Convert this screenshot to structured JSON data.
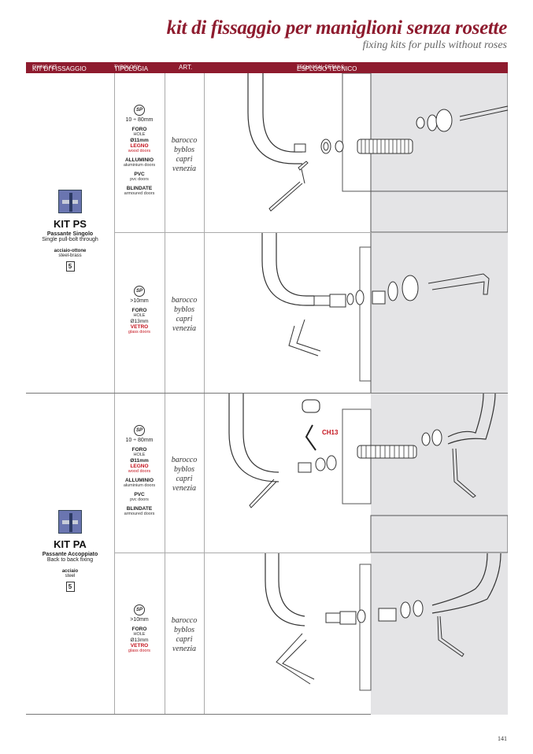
{
  "header": {
    "title": "kit di fissaggio per maniglioni senza rosette",
    "subtitle": "fixing kits for pulls without roses"
  },
  "table_header": {
    "col1_it": "KIT DI FISSAGGIO",
    "col1_en": "FIXING KIT",
    "col2_it": "TIPOLOGIA",
    "col2_en": "TYPOLOGY",
    "col3": "ART.",
    "col4_it": "ESPLOSO TECNICO",
    "col4_en": "TECHNICAL DETAILS"
  },
  "kits": [
    {
      "name": "KIT PS",
      "sub_it": "Passante Singolo",
      "sub_en": "Single pull-bolt through",
      "material_it": "acciaio-ottone",
      "material_en": "steel-brass",
      "box": "5",
      "icon": "kit-ps-thumbnail-icon",
      "rows": [
        {
          "sp": "SP",
          "dim": "10 ÷ 80mm",
          "foro": "FORO",
          "hole": "HOLE",
          "diam": "Ø11mm",
          "mat1": "LEGNO",
          "mat1_en": "wood doors",
          "mat2": "ALLUMINIO",
          "mat2_en": "aluminium doors",
          "mat3": "PVC",
          "mat3_en": "pvc doors",
          "mat4": "BLINDATE",
          "mat4_en": "armoured doors",
          "arts": [
            "barocco",
            "byblos",
            "capri",
            "venezia"
          ]
        },
        {
          "sp": "SP",
          "dim": ">10mm",
          "foro": "FORO",
          "hole": "HOLE",
          "diam": "Ø13mm",
          "mat1": "VETRO",
          "mat1_en": "glass doors",
          "arts": [
            "barocco",
            "byblos",
            "capri",
            "venezia"
          ]
        }
      ]
    },
    {
      "name": "KIT PA",
      "sub_it": "Passante Accoppiato",
      "sub_en": "Back to back fixing",
      "material_it": "acciaio",
      "material_en": "steel",
      "box": "5",
      "icon": "kit-pa-thumbnail-icon",
      "rows": [
        {
          "sp": "SP",
          "dim": "10 ÷ 80mm",
          "foro": "FORO",
          "hole": "HOLE",
          "diam": "Ø11mm",
          "mat1": "LEGNO",
          "mat1_en": "wood doors",
          "mat2": "ALLUMINIO",
          "mat2_en": "aluminium doors",
          "mat3": "PVC",
          "mat3_en": "pvc doors",
          "mat4": "BLINDATE",
          "mat4_en": "armoured doors",
          "arts": [
            "barocco",
            "byblos",
            "capri",
            "venezia"
          ]
        },
        {
          "sp": "SP",
          "dim": ">10mm",
          "foro": "FORO",
          "hole": "HOLE",
          "diam": "Ø13mm",
          "mat1": "VETRO",
          "mat1_en": "glass doors",
          "arts": [
            "barocco",
            "byblos",
            "capri",
            "venezia"
          ]
        }
      ]
    }
  ],
  "drawing_label": "CH13",
  "page_number": "141"
}
